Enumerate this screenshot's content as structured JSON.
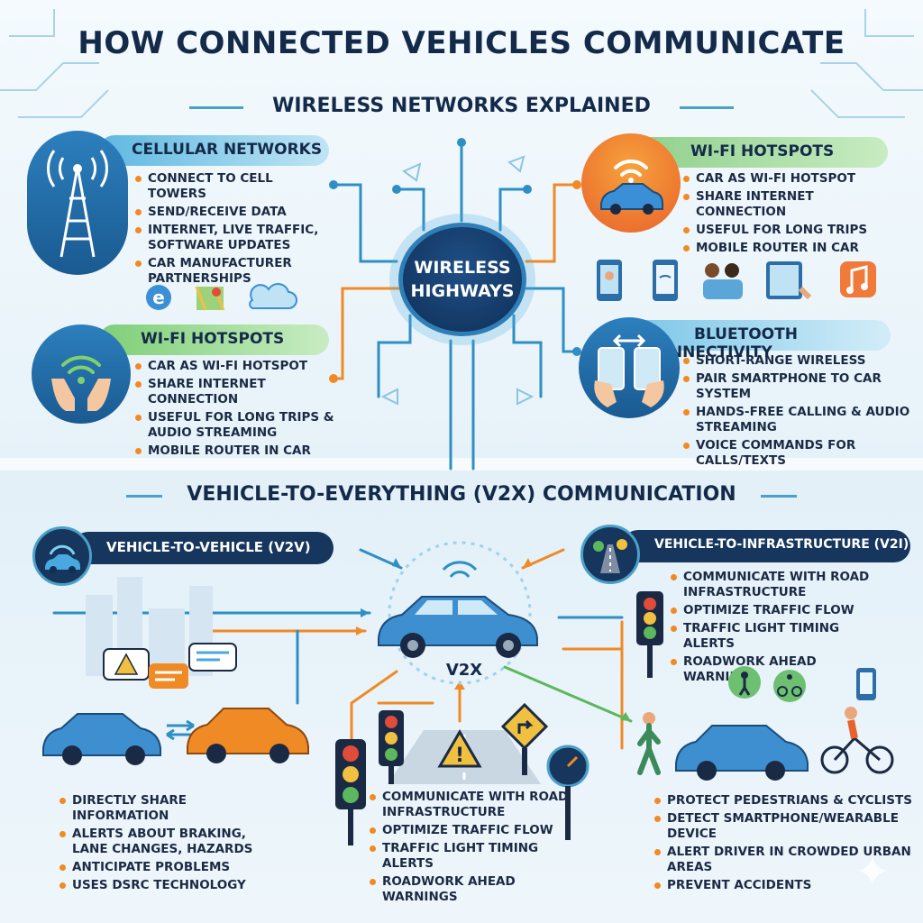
{
  "title": "HOW CONNECTED VEHICLES COMMUNICATE",
  "subtitle": "WIRELESS NETWORKS EXPLAINED",
  "hub": {
    "line1": "WIRELESS",
    "line2": "HIGHWAYS"
  },
  "cellular": {
    "heading": "CELLULAR NETWORKS",
    "items": [
      "CONNECT TO CELL TOWERS",
      "SEND/RECEIVE DATA",
      "INTERNET, LIVE TRAFFIC, SOFTWARE UPDATES",
      "CAR MANUFACTURER PARTNERSHIPS"
    ]
  },
  "wifi_left": {
    "heading": "WI-FI HOTSPOTS",
    "items": [
      "CAR AS WI-FI HOTSPOT",
      "SHARE INTERNET CONNECTION",
      "USEFUL FOR LONG TRIPS & AUDIO STREAMING",
      "MOBILE ROUTER IN CAR"
    ]
  },
  "wifi_right": {
    "heading": "WI-FI HOTSPOTS",
    "items": [
      "CAR AS WI-FI HOTSPOT",
      "SHARE INTERNET CONNECTION",
      "USEFUL FOR LONG TRIPS",
      "MOBILE ROUTER IN CAR"
    ]
  },
  "bluetooth": {
    "heading": "BLUETOOTH CONNECTIVITY",
    "items": [
      "SHORT-RANGE WIRELESS",
      "PAIR SMARTPHONE TO CAR SYSTEM",
      "HANDS-FREE CALLING & AUDIO STREAMING",
      "VOICE COMMANDS FOR CALLS/TEXTS"
    ]
  },
  "v2x": {
    "title": "VEHICLE-TO-EVERYTHING (V2X) COMMUNICATION",
    "center_label": "V2X",
    "v2v": {
      "heading": "VEHICLE-TO-VEHICLE (V2V)",
      "items": [
        "DIRECTLY SHARE INFORMATION",
        "ALERTS ABOUT BRAKING, LANE CHANGES, HAZARDS",
        "ANTICIPATE PROBLEMS",
        "USES DSRC TECHNOLOGY"
      ]
    },
    "v2i": {
      "heading": "VEHICLE-TO-INFRASTRUCTURE (V2I)",
      "items": [
        "COMMUNICATE WITH ROAD INFRASTRUCTURE",
        "OPTIMIZE TRAFFIC FLOW",
        "TRAFFIC LIGHT TIMING ALERTS",
        "ROADWORK AHEAD WARNINGS"
      ]
    },
    "infra_bottom": {
      "items": [
        "COMMUNICATE WITH ROAD INFRASTRUCTURE",
        "OPTIMIZE TRAFFIC FLOW",
        "TRAFFIC LIGHT TIMING ALERTS",
        "ROADWORK AHEAD WARNINGS"
      ]
    },
    "v2p": {
      "items": [
        "PROTECT PEDESTRIANS & CYCLISTS",
        "DETECT SMARTPHONE/WEARABLE DEVICE",
        "ALERT DRIVER IN CROWDED URBAN AREAS",
        "PREVENT ACCIDENTS"
      ]
    }
  },
  "colors": {
    "navy": "#142a4a",
    "accent_blue": "#2e8fc4",
    "accent_orange": "#f08a24",
    "accent_green": "#5cb85c",
    "cellular_band": "#7cc7e8",
    "wifi_band": "#8fd08a"
  }
}
